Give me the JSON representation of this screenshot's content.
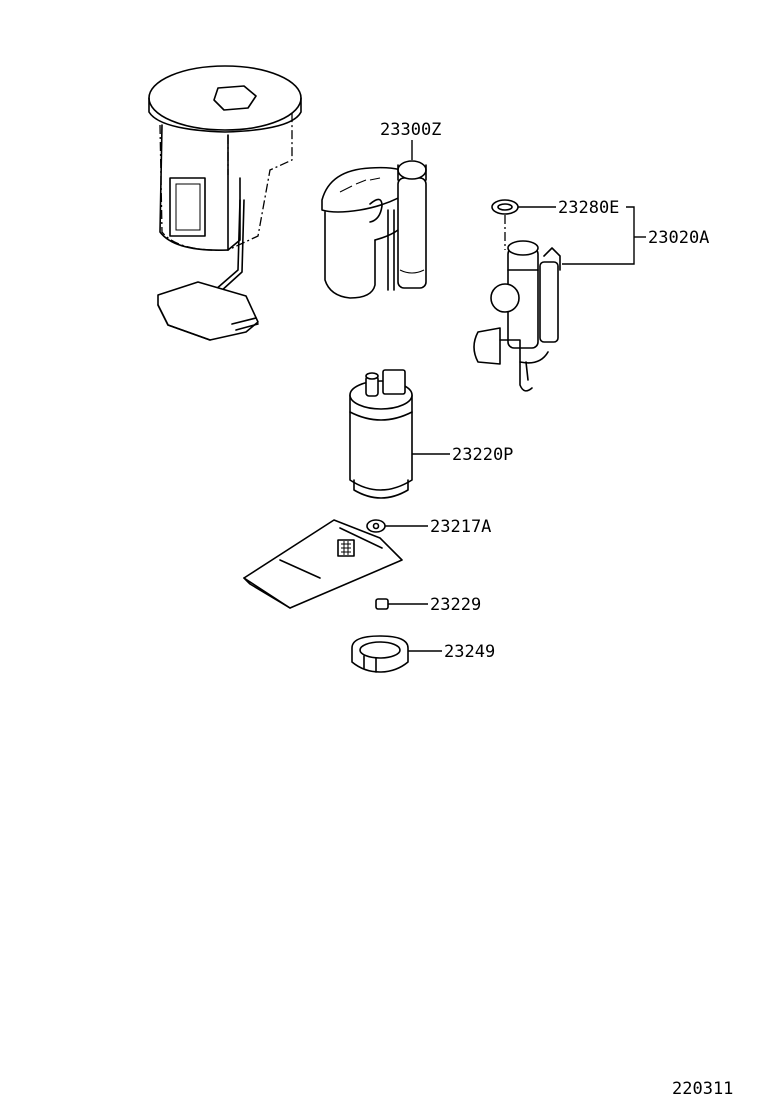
{
  "parts": [
    {
      "id": "fuel-pump-bracket",
      "label": "23300Z"
    },
    {
      "id": "o-ring",
      "label": "23280E"
    },
    {
      "id": "pressure-regulator-assy",
      "label": "23020A"
    },
    {
      "id": "fuel-pump",
      "label": "23220P"
    },
    {
      "id": "fuel-suction-filter",
      "label": "23217A"
    },
    {
      "id": "clip",
      "label": "23229"
    },
    {
      "id": "cushion",
      "label": "23249"
    }
  ],
  "diagram_number": "220311"
}
